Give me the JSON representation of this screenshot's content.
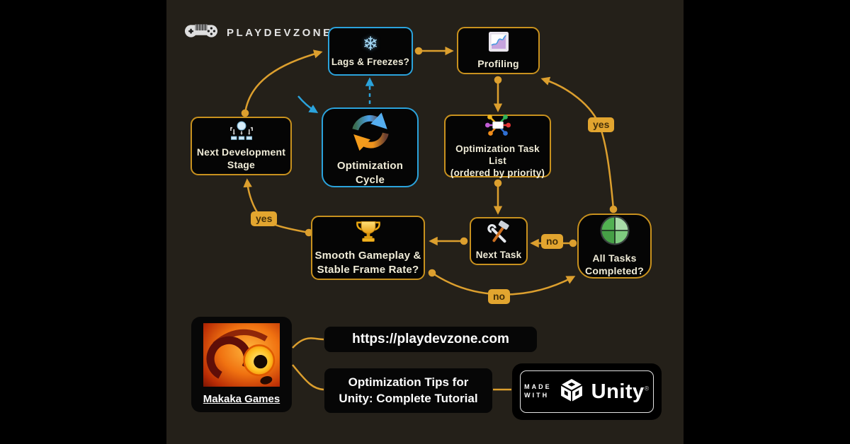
{
  "brand": {
    "name": "PLAYDEVZONE"
  },
  "icons": {
    "snowflake_glyph": "❄"
  },
  "nodes": {
    "lags": {
      "label": "Lags & Freezes?"
    },
    "profiling": {
      "label": "Profiling"
    },
    "cycle": {
      "label": "Optimization Cycle"
    },
    "task_list": {
      "line1": "Optimization Task List",
      "line2": "(ordered by priority)"
    },
    "next_stage": {
      "line1": "Next Development",
      "line2": "Stage"
    },
    "smooth": {
      "line1": "Smooth Gameplay &",
      "line2": "Stable Frame Rate?"
    },
    "next_task": {
      "label": "Next Task"
    },
    "all_tasks": {
      "line1": "All Tasks",
      "line2": "Completed?"
    }
  },
  "edge_labels": {
    "yes_to_profiling": "yes",
    "yes_to_next_stage": "yes",
    "no_to_next_task": "no",
    "no_to_all_tasks": "no"
  },
  "footer": {
    "makaka_label": "Makaka Games",
    "url": "https://playdevzone.com",
    "tutorial_line1": "Optimization Tips for",
    "tutorial_line2": "Unity: Complete Tutorial",
    "unity_made": "MADE",
    "unity_with": "WITH",
    "unity_name": "Unity",
    "unity_reg": "®"
  },
  "colors": {
    "accent_orange": "#dc9f2e",
    "accent_blue": "#2ba3dc",
    "node_border_orange": "#c8911e",
    "node_text": "#f0ecd8",
    "canvas_bg": "#242019",
    "frame_bg": "#000000"
  }
}
